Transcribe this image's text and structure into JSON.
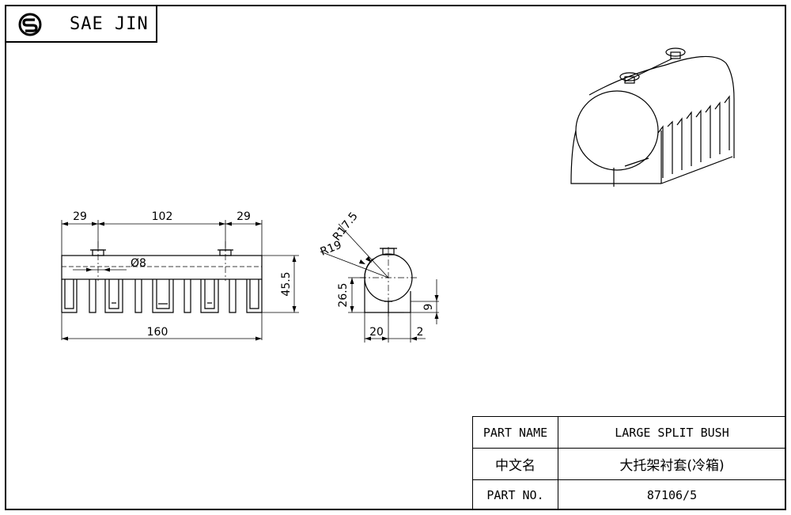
{
  "company": {
    "name": "SAE JIN",
    "logo_icon": "sj-logo-icon"
  },
  "dimensions": {
    "left_end": "29",
    "middle": "102",
    "right_end": "29",
    "total_length": "160",
    "hole_diameter": "Ø8",
    "height": "45.5",
    "inner_radius": "R17.5",
    "outer_radius": "R19",
    "center_height": "26.5",
    "base_height": "9",
    "half_width": "20",
    "offset": "2"
  },
  "title_block": {
    "rows": [
      {
        "label": "PART NAME",
        "value": "LARGE SPLIT BUSH"
      },
      {
        "label": "中文名",
        "value": "大托架衬套(冷箱)"
      },
      {
        "label": "PART NO.",
        "value": "87106/5"
      }
    ]
  }
}
